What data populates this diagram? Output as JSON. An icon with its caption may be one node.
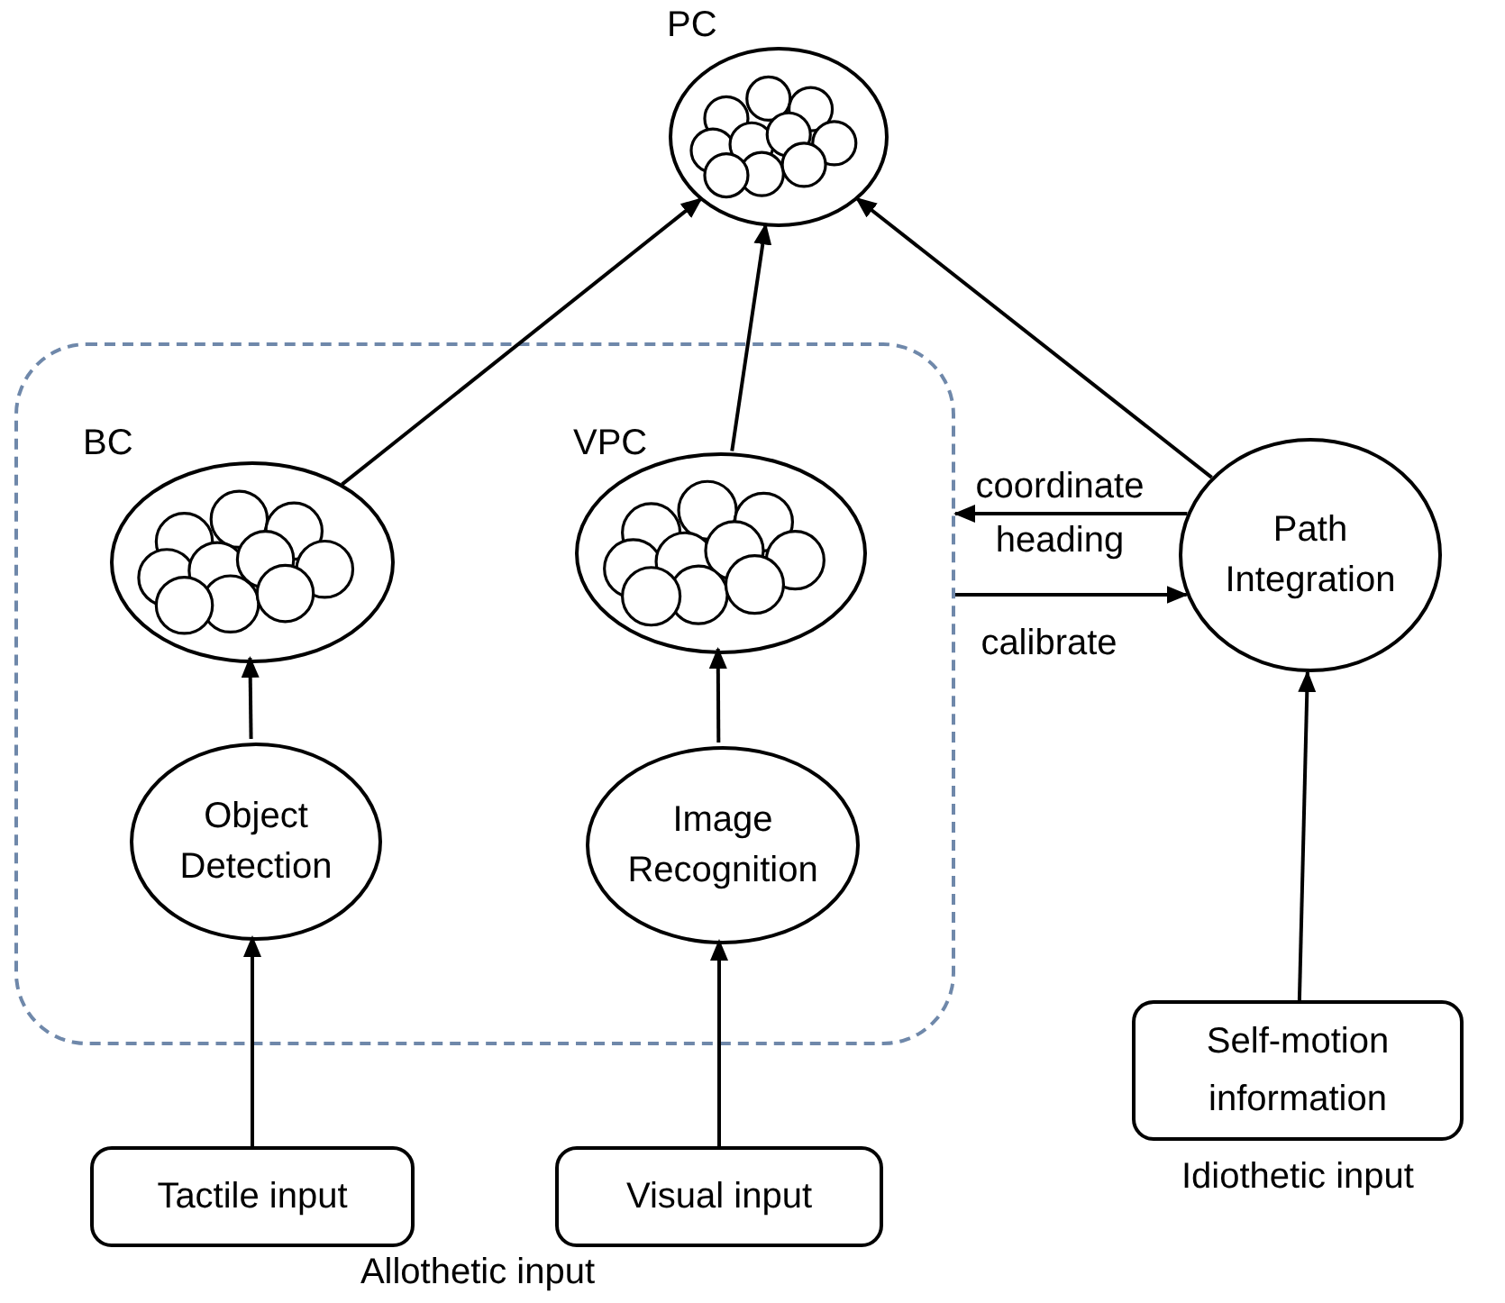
{
  "diagram": {
    "nodes": [
      {
        "text": [
          "PC"
        ]
      },
      {
        "text": [],
        "shape": "box"
      },
      {
        "text": [
          "BC"
        ],
        "in": 1
      },
      {
        "text": [
          "VPC"
        ],
        "in": 1
      },
      {
        "text": [
          "Object Detection"
        ],
        "in": 1
      },
      {
        "text": [
          "Image Recognition"
        ],
        "in": 1
      },
      {
        "text": [
          "Path Integration"
        ]
      },
      {
        "text": [
          "Tactile input"
        ]
      },
      {
        "text": [
          "Visual input"
        ]
      },
      {
        "text": [
          "Self-motion information"
        ],
        "beside": [
          "Idiothetic input"
        ]
      }
    ],
    "edges": [
      {
        "from": 2,
        "to": 0,
        "arrow": "to"
      },
      {
        "from": 3,
        "to": 0,
        "arrow": "to"
      },
      {
        "from": 6,
        "to": 0,
        "arrow": "to"
      },
      {
        "from": 4,
        "to": 2,
        "arrow": "to"
      },
      {
        "from": 5,
        "to": 3,
        "arrow": "to"
      },
      {
        "from": 7,
        "to": 4,
        "arrow": "to"
      },
      {
        "from": 8,
        "to": 5,
        "arrow": "to"
      },
      {
        "from": 9,
        "to": 6,
        "arrow": "to"
      },
      {
        "from": 6,
        "to": 1,
        "arrow": "to",
        "label": "coordinate heading"
      },
      {
        "from": 1,
        "to": 6,
        "arrow": "to",
        "label": "calibrate"
      }
    ],
    "labels": [
      "Allothetic input"
    ]
  }
}
